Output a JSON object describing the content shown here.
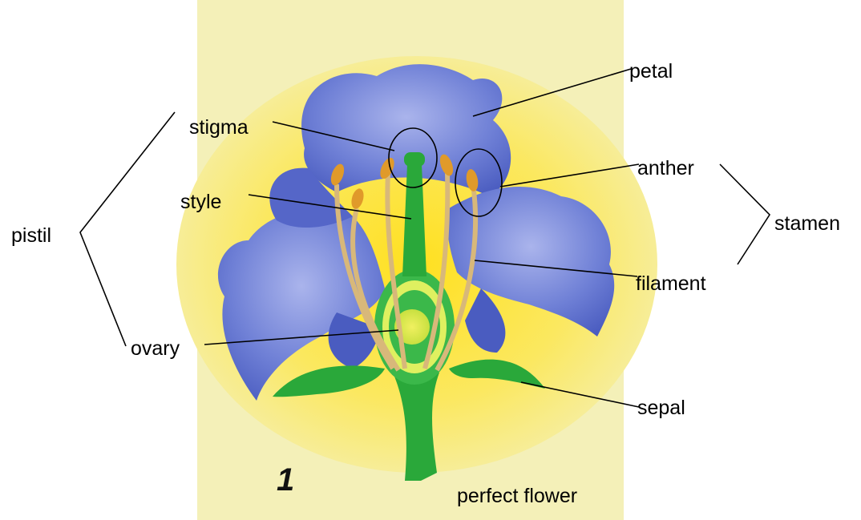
{
  "figure_number": "1",
  "caption": "perfect flower",
  "labels": {
    "petal": "petal",
    "stigma": "stigma",
    "anther": "anther",
    "style": "style",
    "stamen": "stamen",
    "pistil": "pistil",
    "filament": "filament",
    "ovary": "ovary",
    "sepal": "sepal"
  },
  "colors": {
    "background": "#f4f0b8",
    "center_glow": "#ffe020",
    "petal": "#6f80d6",
    "petal_dark": "#3c4fb0",
    "stem": "#2aa83a",
    "anther": "#e09a2a",
    "filament": "#d8b87a"
  }
}
